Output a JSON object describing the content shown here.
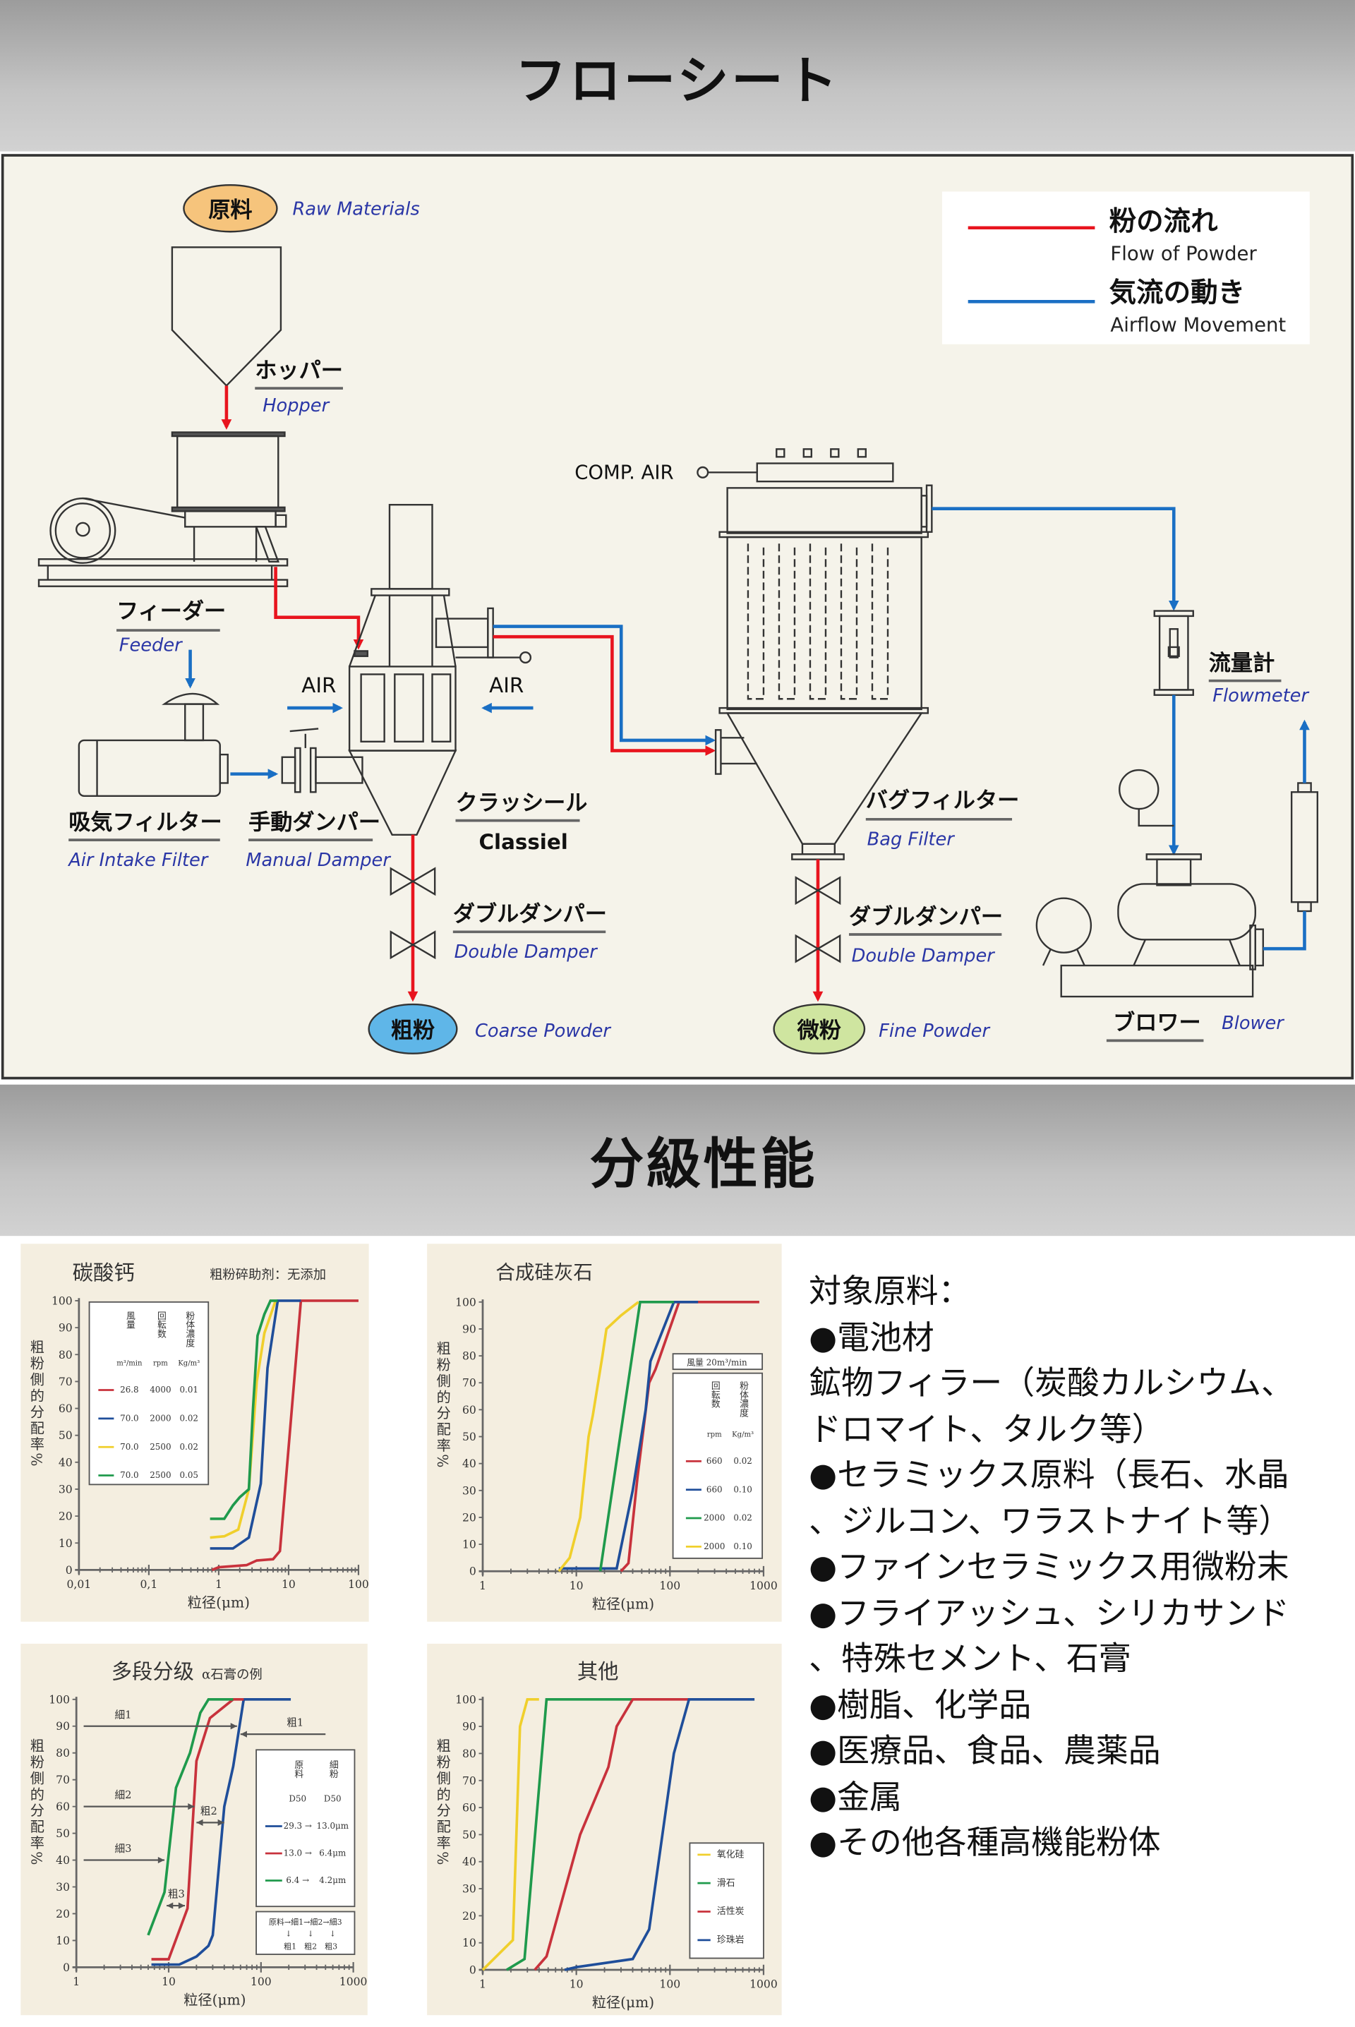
{
  "headers": {
    "flow_sheet": "フローシート",
    "performance": "分級性能"
  },
  "flow": {
    "colors": {
      "powder": "#e8141e",
      "air": "#1a6fc4",
      "coarse": "#5fb6e8",
      "fine": "#cfe5a0",
      "raw": "#f6c47c"
    },
    "raw_materials": {
      "jp": "原料",
      "en": "Raw Materials"
    },
    "hopper": {
      "jp": "ホッパー",
      "en": "Hopper"
    },
    "feeder": {
      "jp": "フィーダー",
      "en": "Feeder"
    },
    "air_intake_filter": {
      "jp": "吸気フィルター",
      "en": "Air Intake Filter"
    },
    "manual_damper": {
      "jp": "手動ダンパー",
      "en": "Manual Damper"
    },
    "classiel": {
      "jp": "クラッシール",
      "en": "Classiel"
    },
    "double_damper_left": {
      "jp": "ダブルダンパー",
      "en": "Double Damper"
    },
    "double_damper_right": {
      "jp": "ダブルダンパー",
      "en": "Double Damper"
    },
    "coarse_powder": {
      "jp": "粗粉",
      "en": "Coarse Powder"
    },
    "fine_powder": {
      "jp": "微粉",
      "en": "Fine Powder"
    },
    "bag_filter": {
      "jp": "バグフィルター",
      "en": "Bag Filter"
    },
    "flowmeter": {
      "jp": "流量計",
      "en": "Flowmeter"
    },
    "blower": {
      "jp": "ブロワー",
      "en": "Blower"
    },
    "comp_air": "COMP. AIR",
    "air_left": "AIR",
    "air_right": "AIR",
    "legend": {
      "powder_jp": "粉の流れ",
      "powder_en": "Flow of Powder",
      "air_jp": "気流の動き",
      "air_en": "Airflow Movement"
    }
  },
  "target_materials": [
    "対象原料：",
    "●電池材",
    "鉱物フィラー（炭酸カルシウム、",
    "ドロマイト、タルク等）",
    "●セラミックス原料（長石、水晶",
    "、ジルコン、ワラストナイト等）",
    "●ファインセラミックス用微粉末",
    "●フライアッシュ、シリカサンド",
    "、特殊セメント、石膏",
    "●樹脂、化学品",
    "●医療品、食品、農薬品",
    "●金属",
    "●その他各種高機能粉体"
  ],
  "chart_data": [
    {
      "type": "line",
      "title": "碳酸钙",
      "subtitle": "粗粉碎助剂：无添加",
      "xlabel": "粒径(μm)",
      "ylabel": "粗粉側的分配率%",
      "xscale": "log",
      "xlim": [
        0.01,
        100
      ],
      "ylim": [
        0,
        100
      ],
      "xtick_labels": [
        "0,01",
        "0,1",
        "1",
        "10",
        "100"
      ],
      "ytick_labels": [
        "0",
        "10",
        "20",
        "30",
        "40",
        "50",
        "60",
        "70",
        "80",
        "90",
        "100"
      ],
      "legend": {
        "columns": [
          "風量",
          "回転数",
          "粉体濃度"
        ],
        "units": [
          "m³/min",
          "rpm",
          "Kg/m³"
        ],
        "rows": [
          [
            "26.8",
            "4000",
            "0.01"
          ],
          [
            "70.0",
            "2000",
            "0.02"
          ],
          [
            "70.0",
            "2500",
            "0.02"
          ],
          [
            "70.0",
            "2500",
            "0.05"
          ]
        ]
      },
      "series": [
        {
          "name": "26.8/4000/0.01",
          "color": "#c8323c",
          "points": [
            [
              0.8,
              0
            ],
            [
              1,
              1
            ],
            [
              2.5,
              1.8
            ],
            [
              3.5,
              3.5
            ],
            [
              6,
              4
            ],
            [
              7.5,
              7
            ],
            [
              15,
              100
            ],
            [
              100,
              100
            ]
          ]
        },
        {
          "name": "70.0/2000/0.02",
          "color": "#1f4e9a",
          "points": [
            [
              0.75,
              8
            ],
            [
              1.6,
              8
            ],
            [
              2.7,
              12
            ],
            [
              4,
              32
            ],
            [
              5,
              75
            ],
            [
              7,
              100
            ],
            [
              15,
              100
            ]
          ]
        },
        {
          "name": "70.0/2500/0.02",
          "color": "#f0cf2c",
          "points": [
            [
              0.75,
              12
            ],
            [
              1.2,
              12.5
            ],
            [
              1.9,
              15
            ],
            [
              2.7,
              30
            ],
            [
              3.5,
              70
            ],
            [
              4.5,
              88
            ],
            [
              6.5,
              100
            ]
          ]
        },
        {
          "name": "70.0/2500/0.05",
          "color": "#1f9a4c",
          "points": [
            [
              0.75,
              19
            ],
            [
              1.2,
              19
            ],
            [
              1.6,
              24
            ],
            [
              2,
              27
            ],
            [
              2.7,
              30
            ],
            [
              3.1,
              60
            ],
            [
              3.6,
              87
            ],
            [
              4.5,
              95
            ],
            [
              5.5,
              100
            ],
            [
              7,
              100
            ]
          ]
        }
      ]
    },
    {
      "type": "line",
      "title": "合成硅灰石",
      "subtitle": "",
      "xlabel": "粒径(μm)",
      "ylabel": "粗粉側的分配率%",
      "xscale": "log",
      "xlim": [
        1,
        1000
      ],
      "ylim": [
        0,
        100
      ],
      "xtick_labels": [
        "1",
        "10",
        "100",
        "1000"
      ],
      "ytick_labels": [
        "0",
        "10",
        "20",
        "30",
        "40",
        "50",
        "60",
        "70",
        "80",
        "90",
        "100"
      ],
      "legend": {
        "header": "風量 20m³/min",
        "columns": [
          "回転数",
          "粉体濃度"
        ],
        "units": [
          "rpm",
          "Kg/m³"
        ],
        "rows": [
          [
            "660",
            "0.02"
          ],
          [
            "660",
            "0.10"
          ],
          [
            "2000",
            "0.02"
          ],
          [
            "2000",
            "0.10"
          ]
        ]
      },
      "series": [
        {
          "name": "660/0.02",
          "color": "#c8323c",
          "points": [
            [
              30,
              0
            ],
            [
              36,
              3
            ],
            [
              45,
              35
            ],
            [
              60,
              70
            ],
            [
              70,
              75
            ],
            [
              125,
              100
            ],
            [
              900,
              100
            ]
          ]
        },
        {
          "name": "660/0.10",
          "color": "#1f4e9a",
          "points": [
            [
              6.5,
              1
            ],
            [
              27,
              1
            ],
            [
              40,
              30
            ],
            [
              55,
              60
            ],
            [
              62,
              78
            ],
            [
              110,
              100
            ],
            [
              200,
              100
            ]
          ]
        },
        {
          "name": "2000/0.02",
          "color": "#1f9a4c",
          "points": [
            [
              18,
              0
            ],
            [
              48,
              100
            ],
            [
              110,
              100
            ]
          ]
        },
        {
          "name": "2000/0.10",
          "color": "#f0cf2c",
          "points": [
            [
              6.5,
              0
            ],
            [
              8.5,
              5
            ],
            [
              11,
              20
            ],
            [
              13.5,
              50
            ],
            [
              15,
              58
            ],
            [
              19,
              80
            ],
            [
              21,
              90
            ],
            [
              30,
              95
            ],
            [
              46,
              100
            ]
          ]
        }
      ]
    },
    {
      "type": "line",
      "title": "多段分级",
      "subtitle": "α石膏の例",
      "xlabel": "粒径(μm)",
      "ylabel": "粗粉側的分配率%",
      "xscale": "log",
      "xlim": [
        1,
        1000
      ],
      "ylim": [
        0,
        100
      ],
      "xtick_labels": [
        "1",
        "10",
        "100",
        "1000"
      ],
      "ytick_labels": [
        "0",
        "10",
        "20",
        "30",
        "40",
        "50",
        "60",
        "70",
        "80",
        "90",
        "100"
      ],
      "legend": {
        "columns": [
          "原料",
          "細粉"
        ],
        "units": [
          "D50",
          "D50"
        ],
        "rows": [
          [
            "29.3 →",
            "13.0μm"
          ],
          [
            "13.0 →",
            "6.4μm"
          ],
          [
            "6.4 →",
            "4.2μm"
          ]
        ],
        "flow_line": "原料→細1→細2→細3",
        "flow_arrows": "↓　　↓　　↓",
        "flow_bottom": "粗1　粗2　粗3"
      },
      "annotations": [
        {
          "label": "細1",
          "y": 90,
          "from": 1.2,
          "to": 55,
          "type": "single",
          "label_x": 2.6,
          "label_y": 93
        },
        {
          "label": "粗1",
          "y": 87,
          "from": 500,
          "to": 60,
          "type": "single",
          "label_x": 190,
          "label_y": 90
        },
        {
          "label": "細2",
          "y": 60,
          "from": 1.2,
          "to": 19,
          "type": "single",
          "label_x": 2.6,
          "label_y": 63
        },
        {
          "label": "粗2",
          "y": 54,
          "from": 20,
          "to": 40,
          "type": "double",
          "label_x": 22,
          "label_y": 57
        },
        {
          "label": "細3",
          "y": 40,
          "from": 1.2,
          "to": 9,
          "type": "single",
          "label_x": 2.6,
          "label_y": 43
        },
        {
          "label": "粗3",
          "y": 23,
          "from": 9.5,
          "to": 15,
          "type": "double",
          "label_x": 9.8,
          "label_y": 26
        }
      ],
      "series": [
        {
          "name": "29.3 → 13.0μm",
          "color": "#1f4e9a",
          "points": [
            [
              6.5,
              1
            ],
            [
              13,
              1
            ],
            [
              20,
              4
            ],
            [
              27,
              8
            ],
            [
              30,
              12
            ],
            [
              40,
              60
            ],
            [
              50,
              75
            ],
            [
              65,
              100
            ],
            [
              210,
              100
            ]
          ]
        },
        {
          "name": "13.0 → 6.4μm",
          "color": "#c8323c",
          "points": [
            [
              6.5,
              3
            ],
            [
              10,
              3
            ],
            [
              16,
              22
            ],
            [
              20,
              77
            ],
            [
              28,
              93
            ],
            [
              50,
              100
            ],
            [
              65,
              100
            ]
          ]
        },
        {
          "name": "6.4 → 4.2μm",
          "color": "#1f9a4c",
          "points": [
            [
              6,
              12
            ],
            [
              9,
              28
            ],
            [
              12,
              67
            ],
            [
              17,
              80
            ],
            [
              22,
              95
            ],
            [
              27,
              100
            ],
            [
              50,
              100
            ]
          ]
        }
      ]
    },
    {
      "type": "line",
      "title": "其他",
      "subtitle": "",
      "xlabel": "粒径(μm)",
      "ylabel": "粗粉側的分配率%",
      "xscale": "log",
      "xlim": [
        1,
        1000
      ],
      "ylim": [
        0,
        100
      ],
      "xtick_labels": [
        "1",
        "10",
        "100",
        "1000"
      ],
      "ytick_labels": [
        "0",
        "10",
        "20",
        "30",
        "40",
        "50",
        "60",
        "70",
        "80",
        "90",
        "100"
      ],
      "legend": {
        "rows": [
          [
            "氧化硅"
          ],
          [
            "滑石"
          ],
          [
            "活性炭"
          ],
          [
            "珍珠岩"
          ]
        ]
      },
      "series": [
        {
          "name": "氧化硅",
          "color": "#f0cf2c",
          "points": [
            [
              1,
              0
            ],
            [
              2.1,
              11
            ],
            [
              2.5,
              90
            ],
            [
              3,
              100
            ],
            [
              4,
              100
            ]
          ]
        },
        {
          "name": "滑石",
          "color": "#1f9a4c",
          "points": [
            [
              1.8,
              0
            ],
            [
              2.8,
              4
            ],
            [
              4.8,
              100
            ],
            [
              40,
              100
            ]
          ]
        },
        {
          "name": "活性炭",
          "color": "#c8323c",
          "points": [
            [
              3.6,
              0
            ],
            [
              4.8,
              5
            ],
            [
              11,
              50
            ],
            [
              22,
              75
            ],
            [
              27,
              90
            ],
            [
              40,
              100
            ],
            [
              160,
              100
            ]
          ]
        },
        {
          "name": "珍珠岩",
          "color": "#1f4e9a",
          "points": [
            [
              7.5,
              0
            ],
            [
              10,
              1
            ],
            [
              40,
              4
            ],
            [
              60,
              15
            ],
            [
              100,
              70
            ],
            [
              110,
              80
            ],
            [
              160,
              100
            ],
            [
              800,
              100
            ]
          ]
        }
      ]
    }
  ]
}
